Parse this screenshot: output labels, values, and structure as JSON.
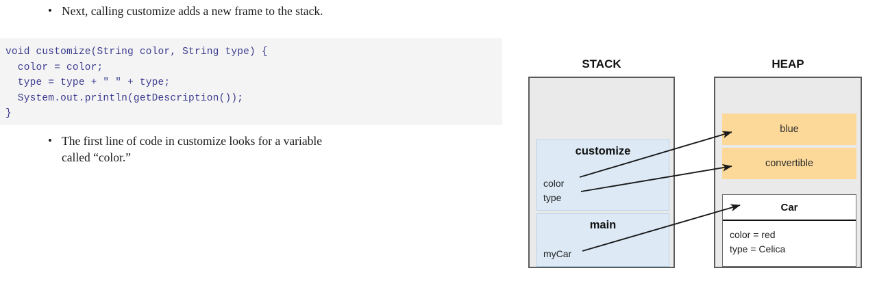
{
  "slide": {
    "bullets": [
      {
        "marker": "•",
        "text": "Next, calling customize adds a new frame to the stack."
      },
      {
        "marker": "•",
        "text": "The first line of code in customize looks for a variable\ncalled “color.”"
      }
    ],
    "code": "void customize(String color, String type) {\n  color = color;\n  type = type + \" \" + type;\n  System.out.println(getDescription());\n}",
    "code_background": "#f4f4f4",
    "code_color": "#3b3b8f"
  },
  "diagram": {
    "stack": {
      "title": "STACK",
      "frames": [
        {
          "name": "customize",
          "variables": [
            "color",
            "type"
          ]
        },
        {
          "name": "main",
          "variables": [
            "myCar"
          ]
        }
      ],
      "frame_color": "#ddeaf6",
      "region_color": "#eaeaea"
    },
    "heap": {
      "title": "HEAP",
      "strings": [
        {
          "value": "blue"
        },
        {
          "value": "convertible"
        }
      ],
      "string_color": "#fcd999",
      "object": {
        "type": "Car",
        "fields": [
          "color = red",
          "type = Celica"
        ]
      }
    },
    "arrows": [
      {
        "from": "customize.color",
        "to": "heap.blue"
      },
      {
        "from": "customize.type",
        "to": "heap.convertible"
      },
      {
        "from": "main.myCar",
        "to": "heap.Car"
      }
    ]
  }
}
